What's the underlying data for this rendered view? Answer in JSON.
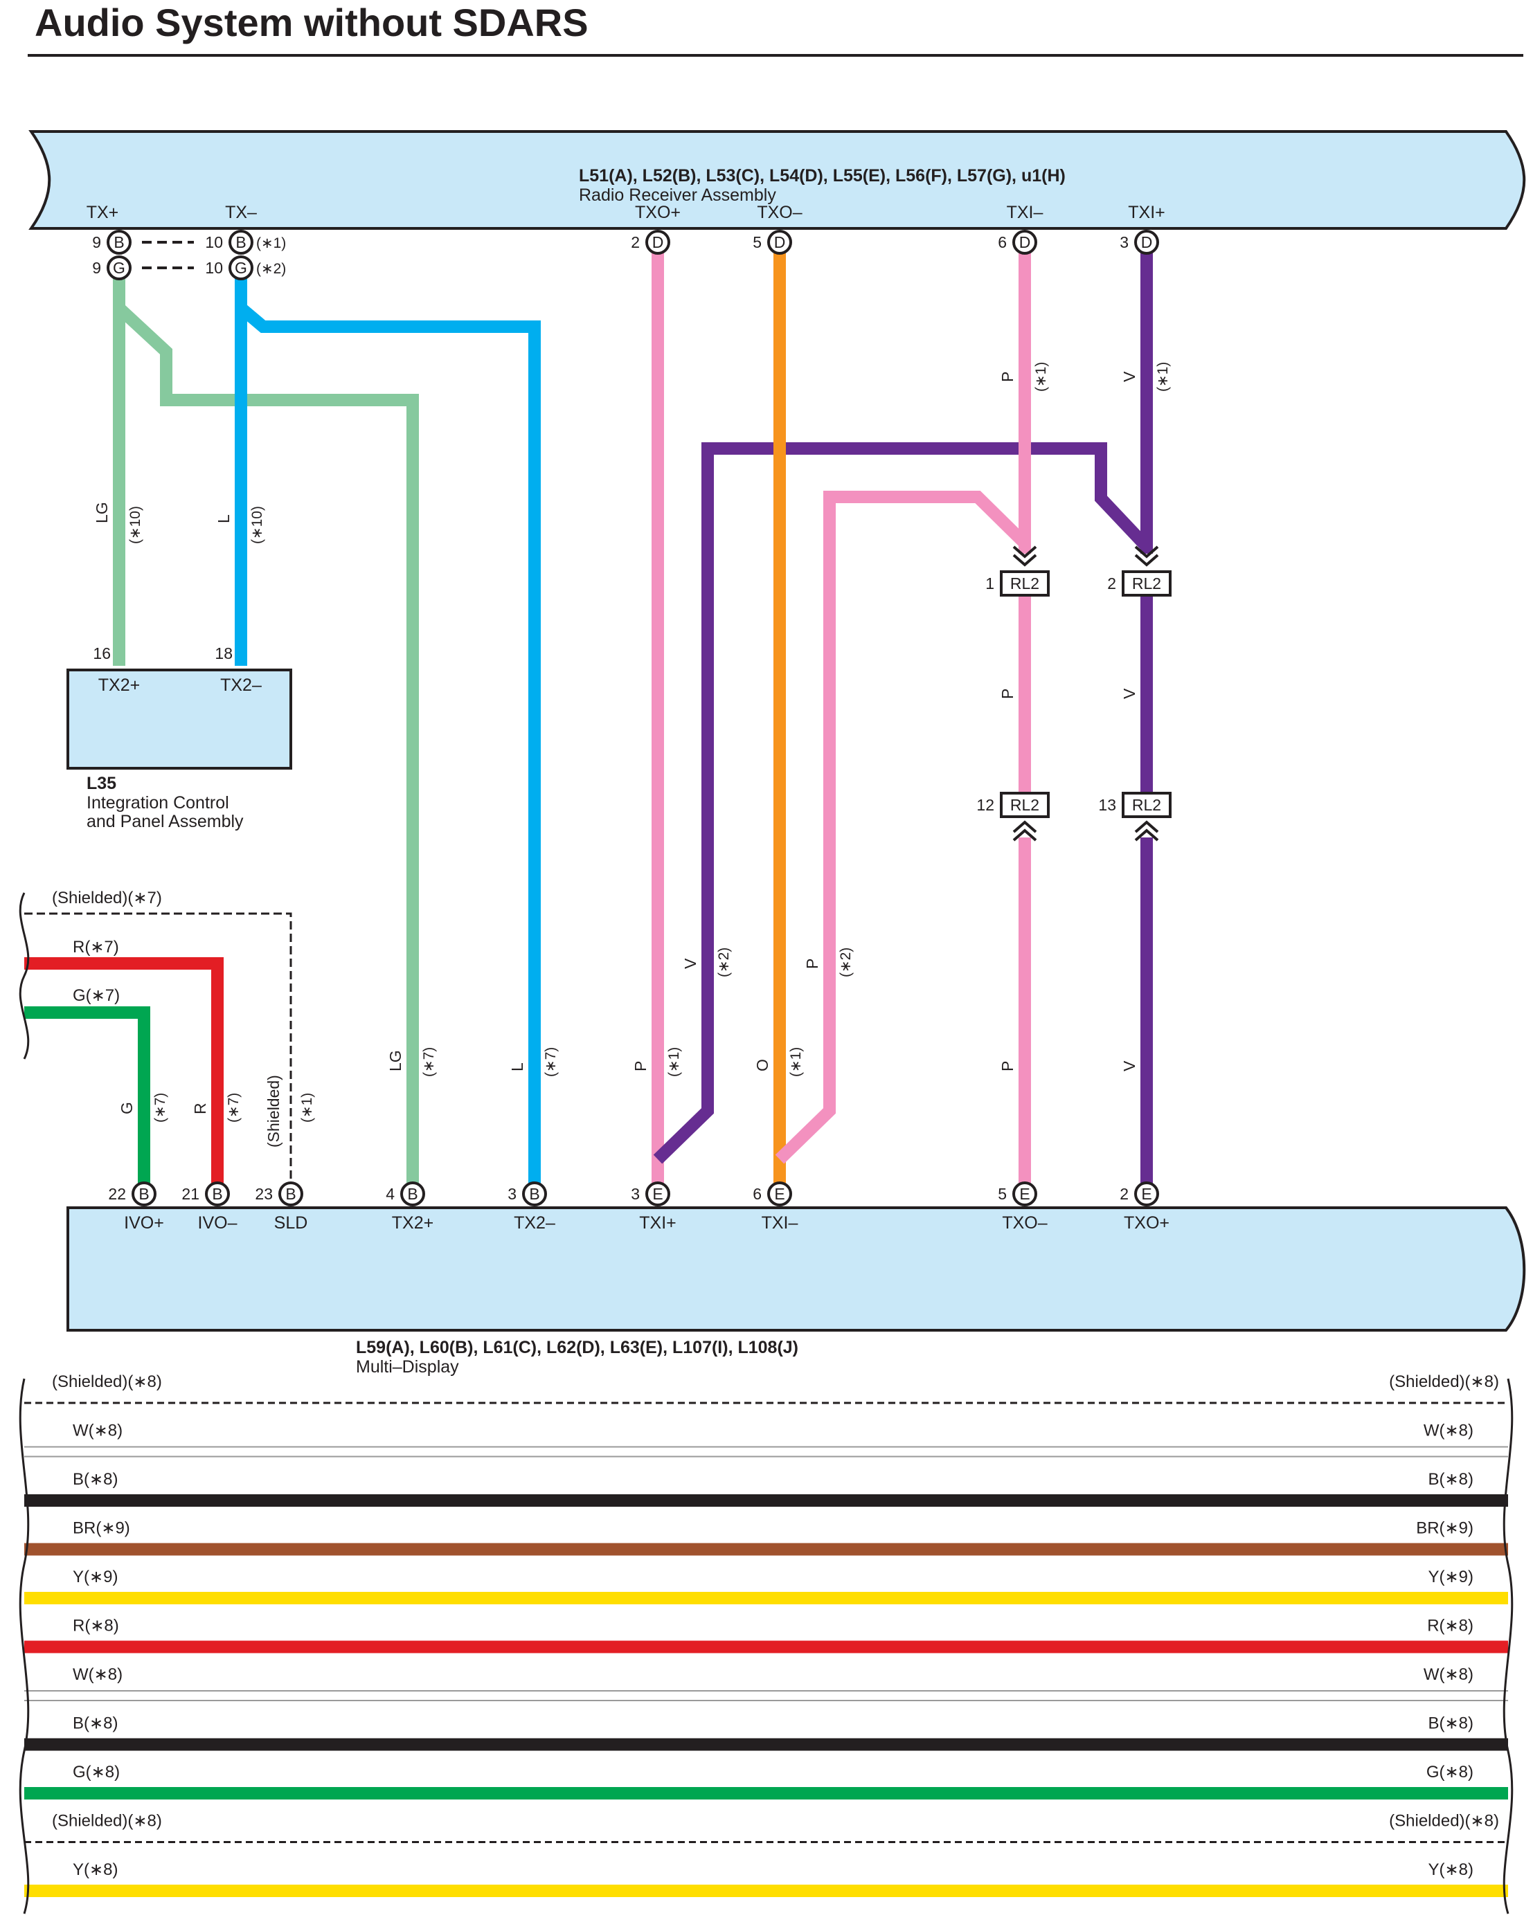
{
  "title": "Audio System without SDARS",
  "radio_receiver": {
    "connectors": "L51(A), L52(B), L53(C), L54(D), L55(E), L56(F), L57(G), u1(H)",
    "name": "Radio Receiver Assembly",
    "terminals": [
      {
        "label": "TX+"
      },
      {
        "label": "TX–"
      },
      {
        "label": "TXO+"
      },
      {
        "label": "TXO–"
      },
      {
        "label": "TXI–"
      },
      {
        "label": "TXI+"
      }
    ],
    "pins": [
      {
        "num": "9",
        "letter": "B"
      },
      {
        "num": "9",
        "letter": "G"
      },
      {
        "num": "10",
        "letter": "B",
        "note": "(∗1)"
      },
      {
        "num": "10",
        "letter": "G",
        "note": "(∗2)"
      },
      {
        "num": "2",
        "letter": "D"
      },
      {
        "num": "5",
        "letter": "D"
      },
      {
        "num": "6",
        "letter": "D"
      },
      {
        "num": "3",
        "letter": "D"
      }
    ]
  },
  "integration_panel": {
    "code": "L35",
    "name_line1": "Integration Control",
    "name_line2": "and Panel Assembly",
    "pins": [
      {
        "num": "16",
        "label": "TX2+"
      },
      {
        "num": "18",
        "label": "TX2–"
      }
    ]
  },
  "multi_display": {
    "connectors": "L59(A), L60(B), L61(C), L62(D), L63(E), L107(I), L108(J)",
    "name": "Multi–Display",
    "pins": [
      {
        "num": "22",
        "letter": "B",
        "label": "IVO+"
      },
      {
        "num": "21",
        "letter": "B",
        "label": "IVO–"
      },
      {
        "num": "23",
        "letter": "B",
        "label": "SLD"
      },
      {
        "num": "4",
        "letter": "B",
        "label": "TX2+"
      },
      {
        "num": "3",
        "letter": "B",
        "label": "TX2–"
      },
      {
        "num": "3",
        "letter": "E",
        "label": "TXI+"
      },
      {
        "num": "6",
        "letter": "E",
        "label": "TXI–"
      },
      {
        "num": "5",
        "letter": "E",
        "label": "TXO–"
      },
      {
        "num": "2",
        "letter": "E",
        "label": "TXO+"
      }
    ]
  },
  "junctions": [
    {
      "num": "1",
      "label": "RL2"
    },
    {
      "num": "2",
      "label": "RL2"
    },
    {
      "num": "12",
      "label": "RL2"
    },
    {
      "num": "13",
      "label": "RL2"
    }
  ],
  "wire_labels": [
    {
      "code": "LG",
      "note": "(∗10)"
    },
    {
      "code": "L",
      "note": "(∗10)"
    },
    {
      "code": "P",
      "note": "(∗1)"
    },
    {
      "code": "V",
      "note": "(∗1)"
    },
    {
      "code": "P",
      "note": ""
    },
    {
      "code": "V",
      "note": ""
    },
    {
      "code": "G",
      "note": "(∗7)"
    },
    {
      "code": "R",
      "note": "(∗7)"
    },
    {
      "code": "(Shielded)",
      "note": "(∗1)"
    },
    {
      "code": "LG",
      "note": "(∗7)"
    },
    {
      "code": "L",
      "note": "(∗7)"
    },
    {
      "code": "P",
      "note": "(∗1)"
    },
    {
      "code": "V",
      "note": "(∗2)"
    },
    {
      "code": "O",
      "note": "(∗1)"
    },
    {
      "code": "P",
      "note": "(∗2)"
    },
    {
      "code": "P",
      "note": ""
    },
    {
      "code": "V",
      "note": ""
    }
  ],
  "left_cable": {
    "shield": "(Shielded)(∗7)",
    "wires": [
      {
        "label": "R(∗7)",
        "color": "#e31e24"
      },
      {
        "label": "G(∗7)",
        "color": "#00a651"
      }
    ]
  },
  "harness": [
    {
      "label": "(Shielded)(∗8)",
      "color": "",
      "type": "shield"
    },
    {
      "label": "W(∗8)",
      "color": "#ffffff",
      "type": "white"
    },
    {
      "label": "B(∗8)",
      "color": "#231f20",
      "type": "wire"
    },
    {
      "label": "BR(∗9)",
      "color": "#a0522d",
      "type": "wire"
    },
    {
      "label": "Y(∗9)",
      "color": "#ffde00",
      "type": "wire"
    },
    {
      "label": "R(∗8)",
      "color": "#e31e24",
      "type": "wire"
    },
    {
      "label": "W(∗8)",
      "color": "#ffffff",
      "type": "white"
    },
    {
      "label": "B(∗8)",
      "color": "#231f20",
      "type": "wire"
    },
    {
      "label": "G(∗8)",
      "color": "#00a651",
      "type": "wire"
    },
    {
      "label": "(Shielded)(∗8)",
      "color": "",
      "type": "shield"
    },
    {
      "label": "Y(∗8)",
      "color": "#ffde00",
      "type": "wire"
    }
  ],
  "colors": {
    "component_fill": "#c9e8f8",
    "LG": "#86c99e",
    "L": "#00aeef",
    "P": "#f391bf",
    "O": "#f7941d",
    "V": "#662d91",
    "R": "#e31e24",
    "G": "#00a651"
  }
}
